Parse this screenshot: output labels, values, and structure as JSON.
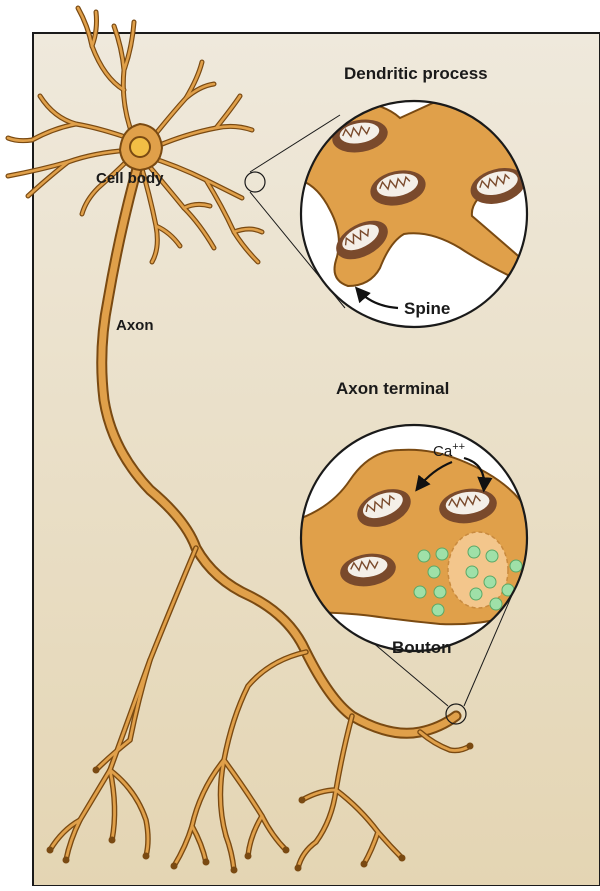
{
  "labels": {
    "cell_body": "Cell body",
    "axon": "Axon",
    "dendritic_process": "Dendritic process",
    "spine": "Spine",
    "axon_terminal": "Axon terminal",
    "calcium": "Ca",
    "calcium_charge": "++",
    "bouton": "Bouton"
  },
  "colors": {
    "background_top": "#efe9dc",
    "background_bottom": "#e4d6b6",
    "neuron_fill": "#e0a04a",
    "neuron_stroke": "#7a4a12",
    "cell_nucleus": "#f2be45",
    "mitochondrion_outer": "#7a4a2c",
    "mitochondrion_inner": "#f4efe8",
    "vesicle": "#9fe0a8",
    "vesicle_stroke": "#5aa866",
    "fusing_vesicle": "#f3c68c"
  },
  "icons": [
    "spine-arrow-icon",
    "calcium-arrow-icon"
  ]
}
